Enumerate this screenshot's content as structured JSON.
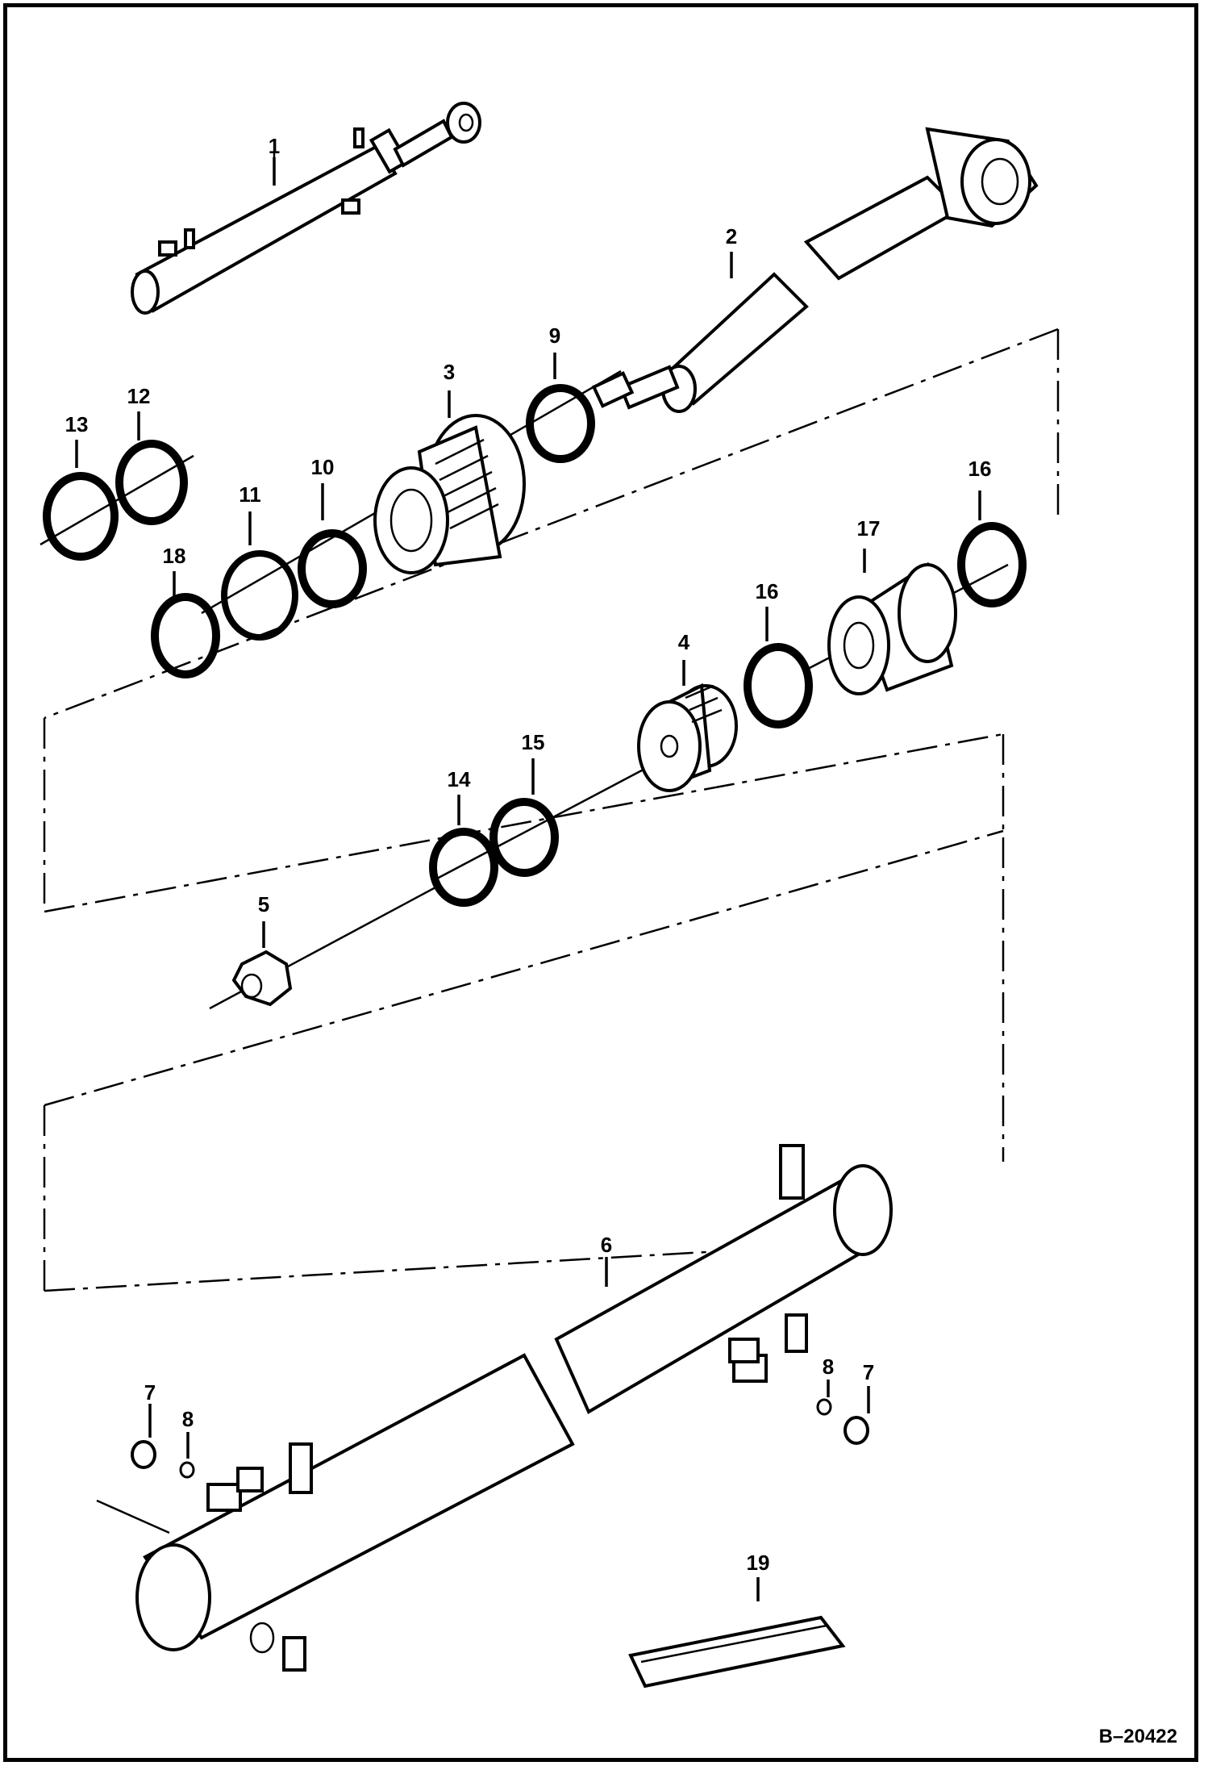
{
  "diagram": {
    "drawing_code": "B–20422",
    "callouts": {
      "c1": "1",
      "c2": "2",
      "c3": "3",
      "c4": "4",
      "c5": "5",
      "c6": "6",
      "c7a": "7",
      "c7b": "7",
      "c8a": "8",
      "c8b": "8",
      "c9": "9",
      "c10": "10",
      "c11": "11",
      "c12": "12",
      "c13": "13",
      "c14": "14",
      "c15": "15",
      "c16a": "16",
      "c16b": "16",
      "c17": "17",
      "c18": "18",
      "c19": "19"
    }
  }
}
